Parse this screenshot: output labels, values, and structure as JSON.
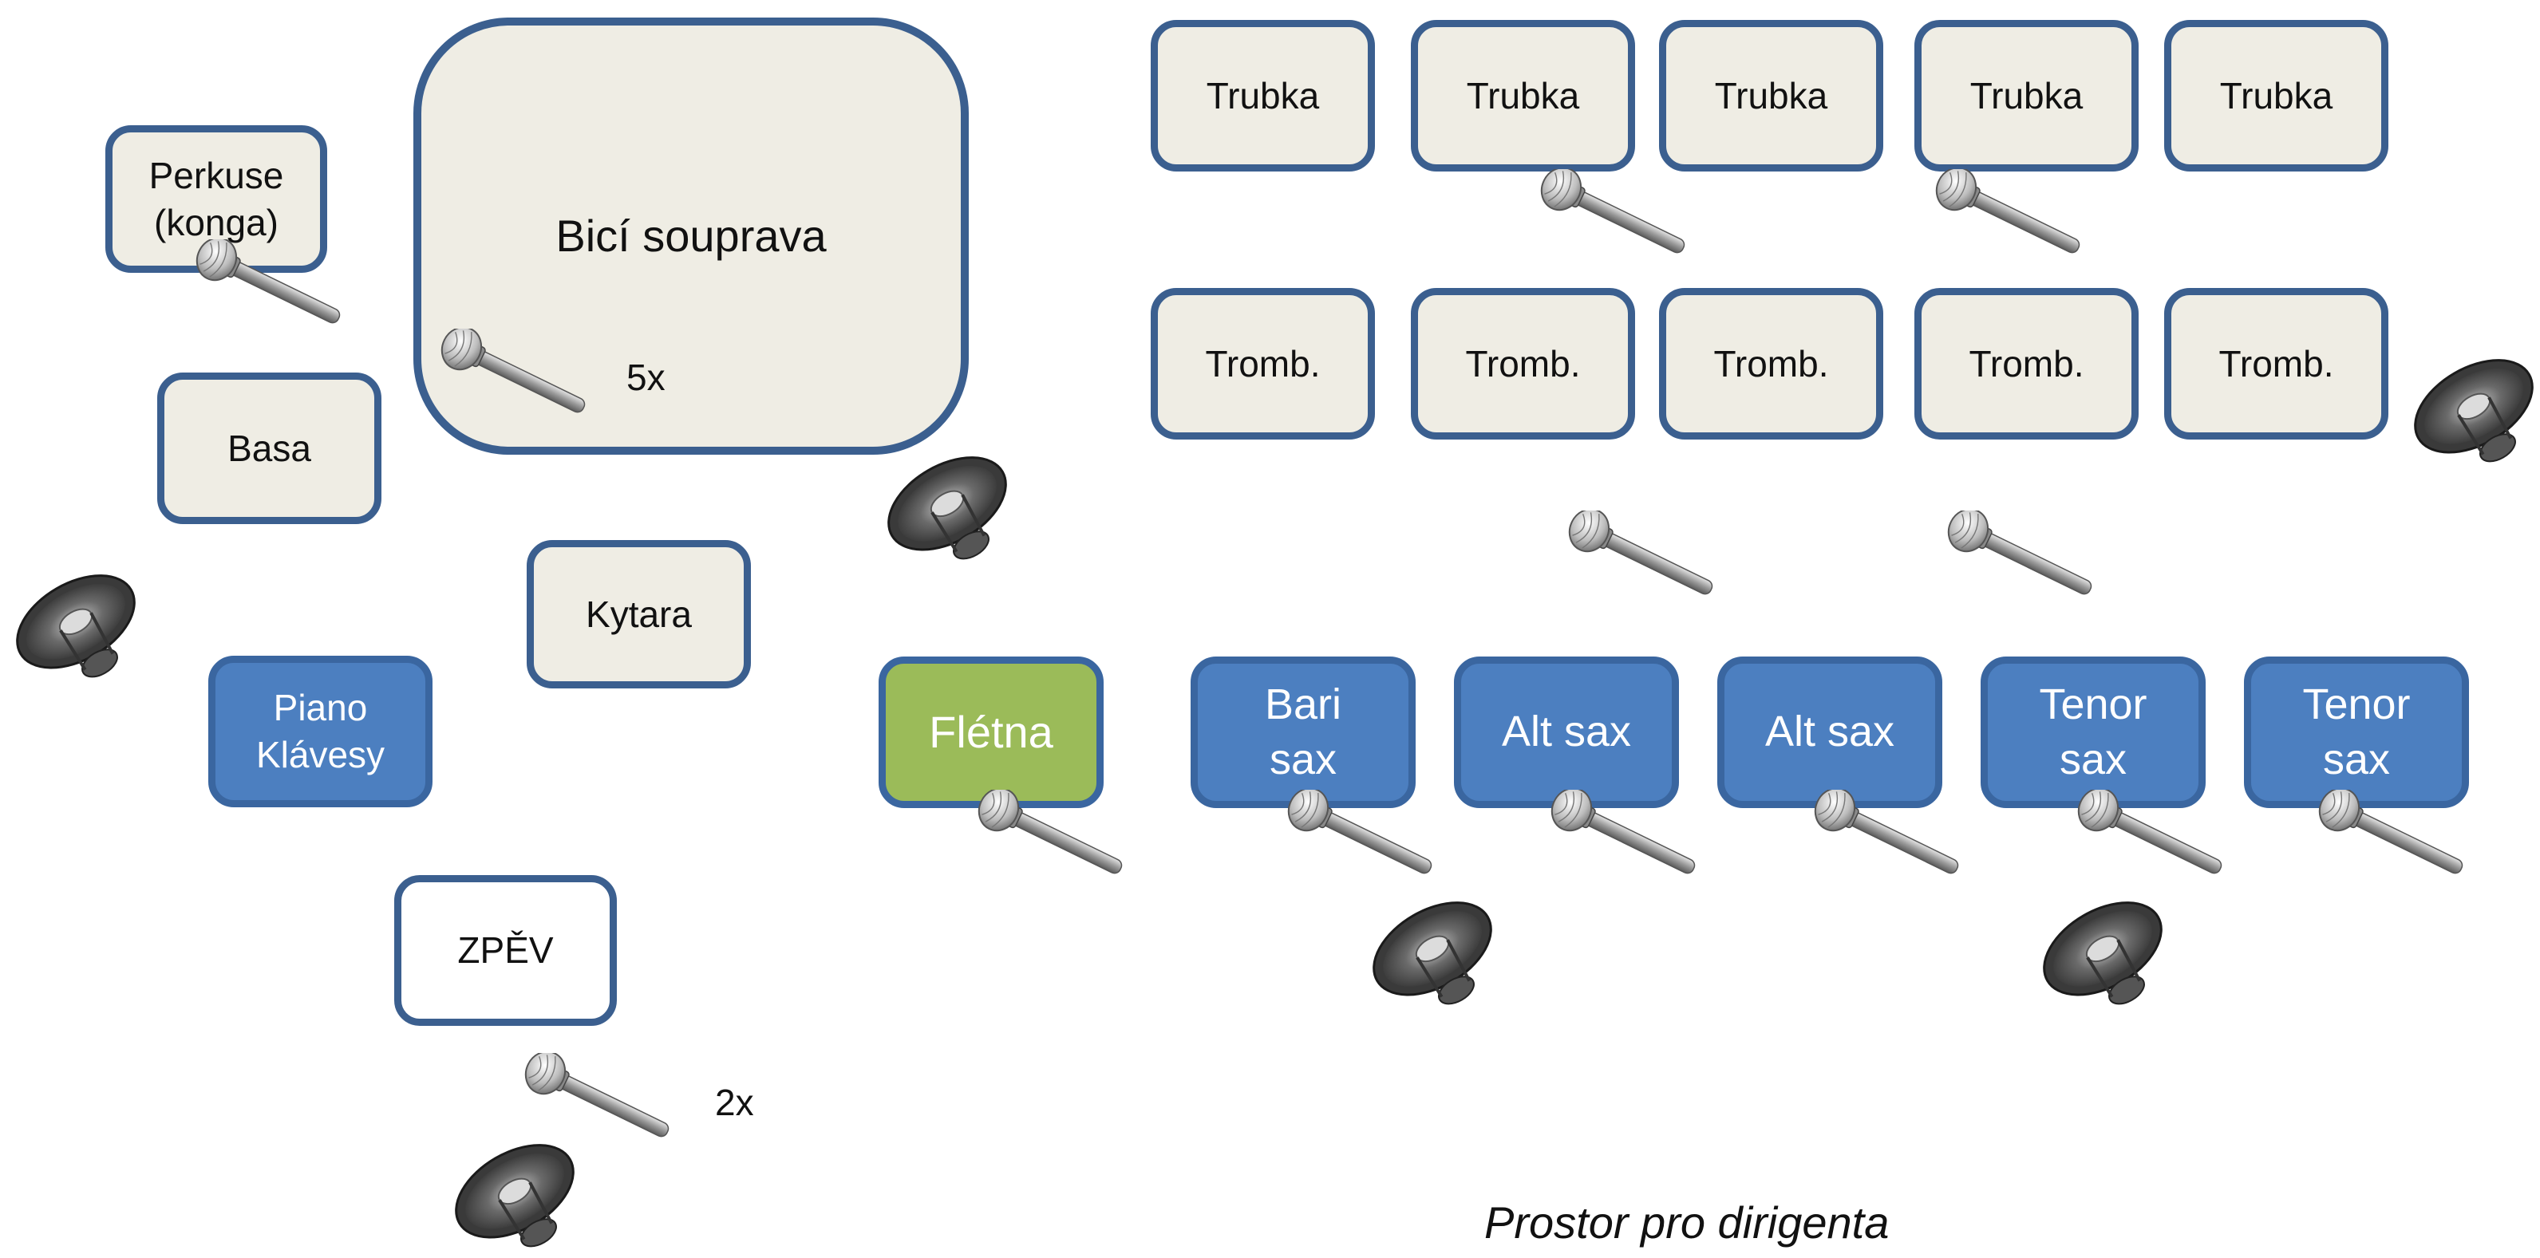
{
  "stage": {
    "instruments": {
      "percussion": "Perkuse\n(konga)",
      "drums": "Bicí souprava",
      "bass": "Basa",
      "guitar": "Kytara",
      "piano": "Piano\nKlávesy",
      "vocals": "ZPĚV",
      "flute": "Flétna",
      "bari_sax": "Bari\nsax",
      "alt_sax_1": "Alt sax",
      "alt_sax_2": "Alt sax",
      "tenor_sax_1": "Tenor\nsax",
      "tenor_sax_2": "Tenor\nsax",
      "trumpets": [
        "Trubka",
        "Trubka",
        "Trubka",
        "Trubka",
        "Trubka"
      ],
      "trombones": [
        "Tromb.",
        "Tromb.",
        "Tromb.",
        "Tromb.",
        "Tromb."
      ]
    },
    "drum_mics_count": "5x",
    "vocal_mics_count": "2x",
    "conductor_area": "Prostor pro dirigenta"
  },
  "colors": {
    "box_fill": "#efede4",
    "box_border": "#3b5f8f",
    "sax_fill": "#4c7fc0",
    "flute_fill": "#9bbb59"
  },
  "icons": [
    "microphone-icon",
    "speaker-icon"
  ]
}
